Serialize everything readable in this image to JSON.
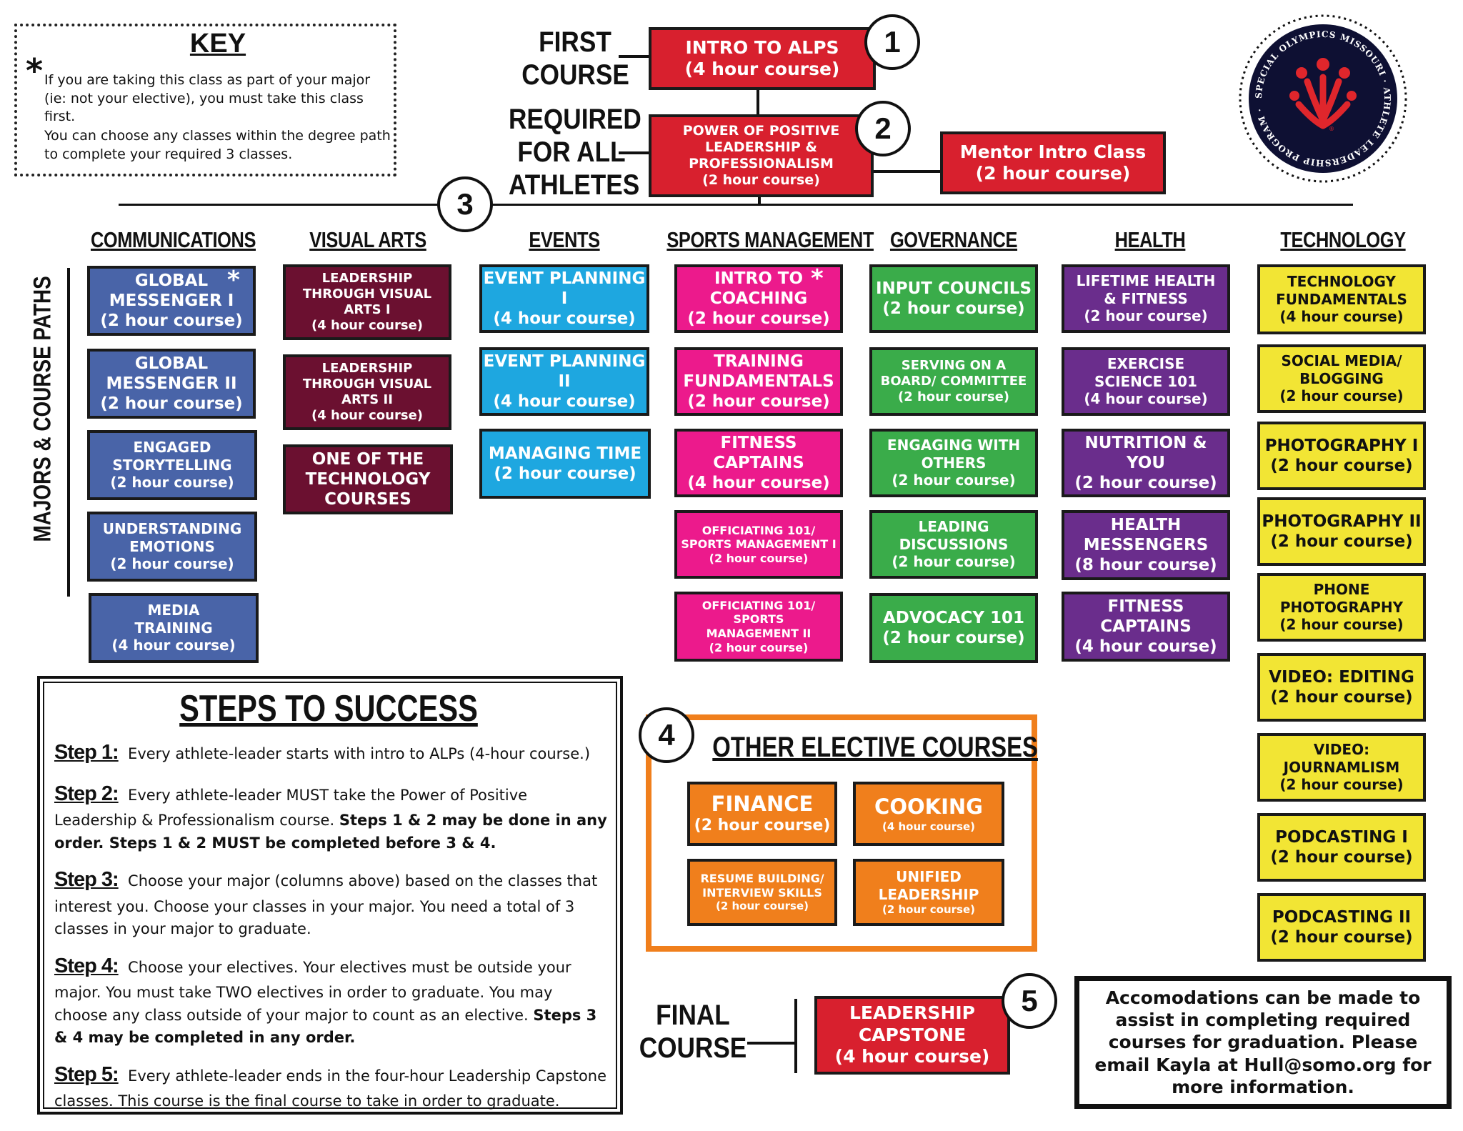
{
  "key": {
    "title": "KEY",
    "star": "*",
    "line1": "If you are taking this class as part of your major (ie: not your elective), you must take this class first.",
    "line2": "You can choose any classes within the degree path to complete your required 3 classes."
  },
  "first_course_label": [
    "FIRST",
    "COURSE"
  ],
  "required_label": [
    "REQUIRED",
    "FOR ALL",
    "ATHLETES"
  ],
  "final_course_label": [
    "FINAL",
    "COURSE"
  ],
  "intro": {
    "title": "INTRO TO ALPS",
    "sub": "(4 hour course)",
    "num": "1"
  },
  "power": {
    "l1": "POWER OF POSITIVE",
    "l2": "LEADERSHIP &",
    "l3": "PROFESSIONALISM",
    "sub": "(2 hour course)",
    "num": "2"
  },
  "mentor": {
    "title": "Mentor Intro Class",
    "sub": "(2 hour course)"
  },
  "step3_num": "3",
  "side_label": "MAJORS & COURSE PATHS",
  "logo": {
    "text": "SPECIAL OLYMPICS MISSOURI · ATHLETE LEADERSHIP PROGRAM ·",
    "mark": "®"
  },
  "columns": {
    "communications": {
      "header": "COMMUNICATIONS",
      "courses": [
        [
          "GLOBAL",
          "MESSENGER I",
          "(2 hour course)"
        ],
        [
          "GLOBAL",
          "MESSENGER II",
          "(2 hour course)"
        ],
        [
          "ENGAGED",
          "STORYTELLING",
          "(2 hour course)"
        ],
        [
          "UNDERSTANDING",
          "EMOTIONS",
          "(2 hour course)"
        ],
        [
          "MEDIA",
          "TRAINING",
          "(4 hour course)"
        ]
      ]
    },
    "visual_arts": {
      "header": "VISUAL ARTS",
      "courses": [
        [
          "LEADERSHIP",
          "THROUGH VISUAL",
          "ARTS I",
          "(4 hour course)"
        ],
        [
          "LEADERSHIP",
          "THROUGH VISUAL",
          "ARTS II",
          "(4 hour course)"
        ],
        [
          "ONE OF THE",
          "TECHNOLOGY",
          "COURSES"
        ]
      ]
    },
    "events": {
      "header": "EVENTS",
      "courses": [
        [
          "EVENT PLANNING I",
          "(4 hour course)"
        ],
        [
          "EVENT PLANNING II",
          "(4 hour course)"
        ],
        [
          "MANAGING TIME",
          "(2 hour course)"
        ]
      ]
    },
    "sports": {
      "header": "SPORTS MANAGEMENT",
      "courses": [
        [
          "INTRO TO",
          "COACHING",
          "(2 hour course)"
        ],
        [
          "TRAINING",
          "FUNDAMENTALS",
          "(2 hour course)"
        ],
        [
          "FITNESS",
          "CAPTAINS",
          "(4 hour course)"
        ],
        [
          "OFFICIATING 101/",
          "SPORTS MANAGEMENT I",
          "(2 hour course)"
        ],
        [
          "OFFICIATING 101/",
          "SPORTS",
          "MANAGEMENT II",
          "(2 hour course)"
        ]
      ]
    },
    "governance": {
      "header": "GOVERNANCE",
      "courses": [
        [
          "INPUT COUNCILS",
          "(2 hour course)"
        ],
        [
          "SERVING ON A",
          "BOARD/ COMMITTEE",
          "(2 hour course)"
        ],
        [
          "ENGAGING WITH",
          "OTHERS",
          "(2 hour course)"
        ],
        [
          "LEADING",
          "DISCUSSIONS",
          "(2 hour course)"
        ],
        [
          "ADVOCACY 101",
          "(2 hour course)"
        ]
      ]
    },
    "health": {
      "header": "HEALTH",
      "courses": [
        [
          "LIFETIME HEALTH",
          "& FITNESS",
          "(2 hour course)"
        ],
        [
          "EXERCISE",
          "SCIENCE 101",
          "(4 hour course)"
        ],
        [
          "NUTRITION & YOU",
          "(2 hour course)"
        ],
        [
          "HEALTH",
          "MESSENGERS",
          "(8 hour course)"
        ],
        [
          "FITNESS CAPTAINS",
          "(4 hour course)"
        ]
      ]
    },
    "technology": {
      "header": "TECHNOLOGY",
      "courses": [
        [
          "TECHNOLOGY",
          "FUNDAMENTALS",
          "(4 hour course)"
        ],
        [
          "SOCIAL MEDIA/",
          "BLOGGING",
          "(2 hour course)"
        ],
        [
          "PHOTOGRAPHY I",
          "(2 hour course)"
        ],
        [
          "PHOTOGRAPHY II",
          "(2 hour course)"
        ],
        [
          "PHONE",
          "PHOTOGRAPHY",
          "(2 hour course)"
        ],
        [
          "VIDEO: EDITING",
          "(2 hour course)"
        ],
        [
          "VIDEO:",
          "JOURNAMLISM",
          "(2 hour course)"
        ],
        [
          "PODCASTING I",
          "(2 hour course)"
        ],
        [
          "PODCASTING II",
          "(2 hour course)"
        ]
      ]
    }
  },
  "steps": {
    "title": "STEPS TO SUCCESS",
    "s1": {
      "label": "Step 1:",
      "text": "Every athlete-leader starts with intro to ALPs (4-hour course.)"
    },
    "s2": {
      "label": "Step 2:",
      "text": "Every athlete-leader MUST take the Power of Positive Leadership & Professionalism course.",
      "bold": "Steps 1 & 2 may be done in any order. Steps 1 & 2 MUST be completed before 3 & 4."
    },
    "s3": {
      "label": "Step 3:",
      "text": "Choose your major (columns above) based on the classes that interest you.  Choose your classes in your major. You need a total of 3 classes in your major to graduate."
    },
    "s4": {
      "label": "Step 4:",
      "text": "Choose your electives. Your electives must be outside your major. You must take TWO electives in order to graduate. You may choose any class outside of your major to count as an elective.",
      "bold": "Steps 3 & 4 may be completed in any order."
    },
    "s5": {
      "label": "Step 5:",
      "text": "Every athlete-leader ends in the four-hour Leadership Capstone classes. This course is the final course to take in order to graduate."
    }
  },
  "other": {
    "num": "4",
    "title": "OTHER ELECTIVE  COURSES",
    "finance": [
      "FINANCE",
      "(2 hour course)"
    ],
    "cooking": [
      "COOKING",
      "(4 hour course)"
    ],
    "resume": [
      "RESUME BUILDING/",
      "INTERVIEW SKILLS",
      "(2 hour course)"
    ],
    "unified": [
      "UNIFIED",
      "LEADERSHIP",
      "(2 hour course)"
    ]
  },
  "capstone": {
    "l1": "LEADERSHIP",
    "l2": "CAPSTONE",
    "sub": "(4 hour course)",
    "num": "5"
  },
  "accommodations": "Accomodations can be made to assist in completing required courses for graduation. Please email Kayla at Hull@somo.org for more information.",
  "colors": {
    "communications": "#4964a8",
    "visual_arts": "#6b1030",
    "events": "#1ea7e0",
    "sports": "#ec1a8c",
    "governance": "#3aac4a",
    "health": "#6a2d8c",
    "technology": "#f2e534",
    "required": "#d8202e",
    "electives": "#f07f1c"
  }
}
